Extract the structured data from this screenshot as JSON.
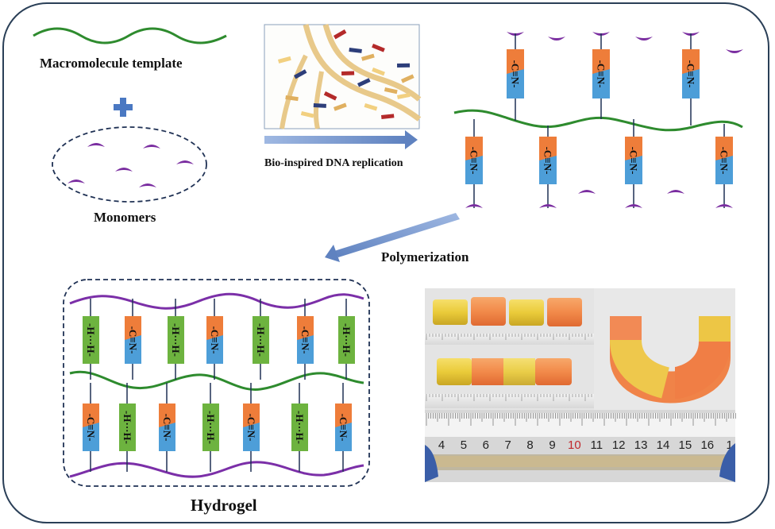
{
  "labels": {
    "template": "Macromolecule template",
    "monomers": "Monomers",
    "replication": "Bio-inspired DNA replication",
    "polymerization": "Polymerization",
    "hydrogel": "Hydrogel"
  },
  "bond_labels": {
    "nitrile": "-C≡N-",
    "hbond": "-H···H-"
  },
  "ruler_numbers": [
    "4",
    "5",
    "6",
    "7",
    "8",
    "9",
    "10",
    "11",
    "12",
    "13",
    "14",
    "15",
    "16",
    "1"
  ],
  "colors": {
    "frame": "#2a3f57",
    "template_chain": "#2e8b2e",
    "purple_chain": "#7b2fa8",
    "monomer": "#7a2da0",
    "nitrile_orange": "#ee7d3a",
    "nitrile_blue": "#4d9ed8",
    "hbond_green": "#6db33f",
    "arrow": "#6e90c8",
    "plus": "#4a78c2"
  }
}
